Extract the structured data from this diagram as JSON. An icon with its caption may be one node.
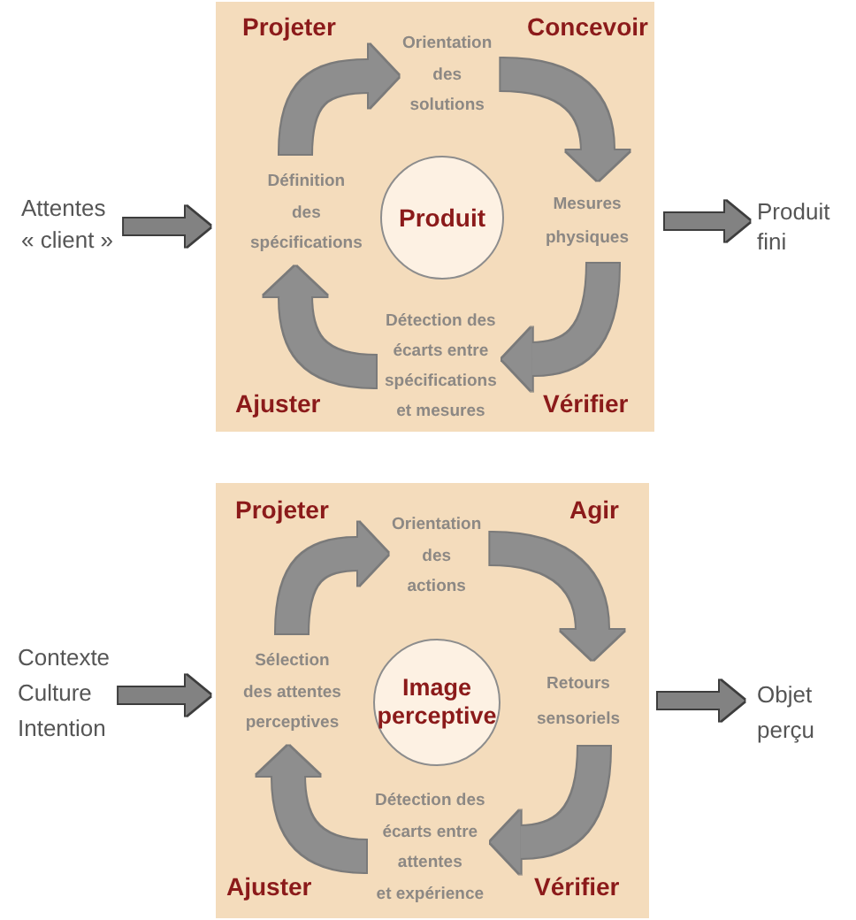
{
  "diagram": {
    "nodes": [
      {
        "text": [
          "Attentes « client »"
        ]
      },
      {
        "text": [
          "Projeter",
          "Concevoir",
          "Ajuster",
          "Vérifier"
        ]
      },
      {
        "text": [
          "Orientation des solutions"
        ],
        "in": 1
      },
      {
        "text": [
          "Définition des spécifications"
        ],
        "in": 1
      },
      {
        "text": [
          "Produit"
        ],
        "in": 1
      },
      {
        "text": [
          "Mesures physiques"
        ],
        "in": 1
      },
      {
        "text": [
          "Détection des écarts entre spécifications et mesures"
        ],
        "in": 1
      },
      {
        "text": [
          "Produit fini"
        ]
      },
      {
        "text": [
          "Contexte",
          "Culture",
          "Intention"
        ]
      },
      {
        "text": [
          "Projeter",
          "Agir",
          "Ajuster",
          "Vérifier"
        ]
      },
      {
        "text": [
          "Orientation des actions"
        ],
        "in": 9
      },
      {
        "text": [
          "Sélection des attentes perceptives"
        ],
        "in": 9
      },
      {
        "text": [
          "Image perceptive"
        ],
        "in": 9
      },
      {
        "text": [
          "Retours sensoriels"
        ],
        "in": 9
      },
      {
        "text": [
          "Détection des écarts entre attentes et expérience"
        ],
        "in": 9
      },
      {
        "text": [
          "Objet perçu"
        ]
      }
    ],
    "edges": [
      {
        "from": 0,
        "to": 1,
        "arrow": "to"
      },
      {
        "from": 3,
        "to": 2,
        "arrow": "to"
      },
      {
        "from": 2,
        "to": 5,
        "arrow": "to"
      },
      {
        "from": 5,
        "to": 6,
        "arrow": "to"
      },
      {
        "from": 6,
        "to": 3,
        "arrow": "to"
      },
      {
        "from": 1,
        "to": 7,
        "arrow": "to"
      },
      {
        "from": 8,
        "to": 9,
        "arrow": "to"
      },
      {
        "from": 11,
        "to": 10,
        "arrow": "to"
      },
      {
        "from": 10,
        "to": 13,
        "arrow": "to"
      },
      {
        "from": 13,
        "to": 14,
        "arrow": "to"
      },
      {
        "from": 14,
        "to": 11,
        "arrow": "to"
      },
      {
        "from": 9,
        "to": 15,
        "arrow": "to"
      }
    ]
  }
}
